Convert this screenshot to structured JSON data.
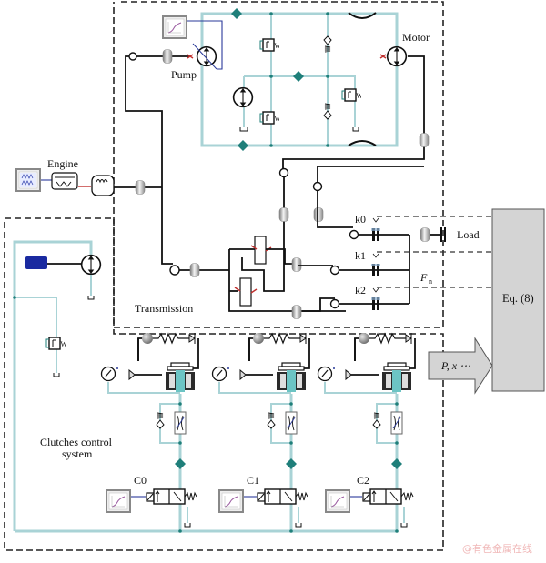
{
  "figure": {
    "type": "hydraulic-mechanical system diagram",
    "regions": {
      "transmission": "Transmission",
      "clutches_control": [
        "Clutches control",
        "system"
      ]
    },
    "components": {
      "engine": "Engine",
      "pump": "Pump",
      "motor": "Motor",
      "load": "Load",
      "clutch_labels": [
        "k0",
        "k1",
        "k2"
      ],
      "control_valve_labels": [
        "C0",
        "C1",
        "C2"
      ],
      "force_label": "F",
      "force_subscript": "n"
    },
    "equation_block": "Eq. (8)",
    "arrow_label": "P, x ⋯",
    "colors": {
      "hydraulic_line": "#a9d3d6",
      "mechanical_line": "#111111",
      "junction_node": "#1f7f7a",
      "signal_line": "#2a3a9a",
      "equation_block_fill": "#d4d4d4",
      "watermark": "#f0b8b8"
    },
    "watermark": "@有色金属在线"
  }
}
